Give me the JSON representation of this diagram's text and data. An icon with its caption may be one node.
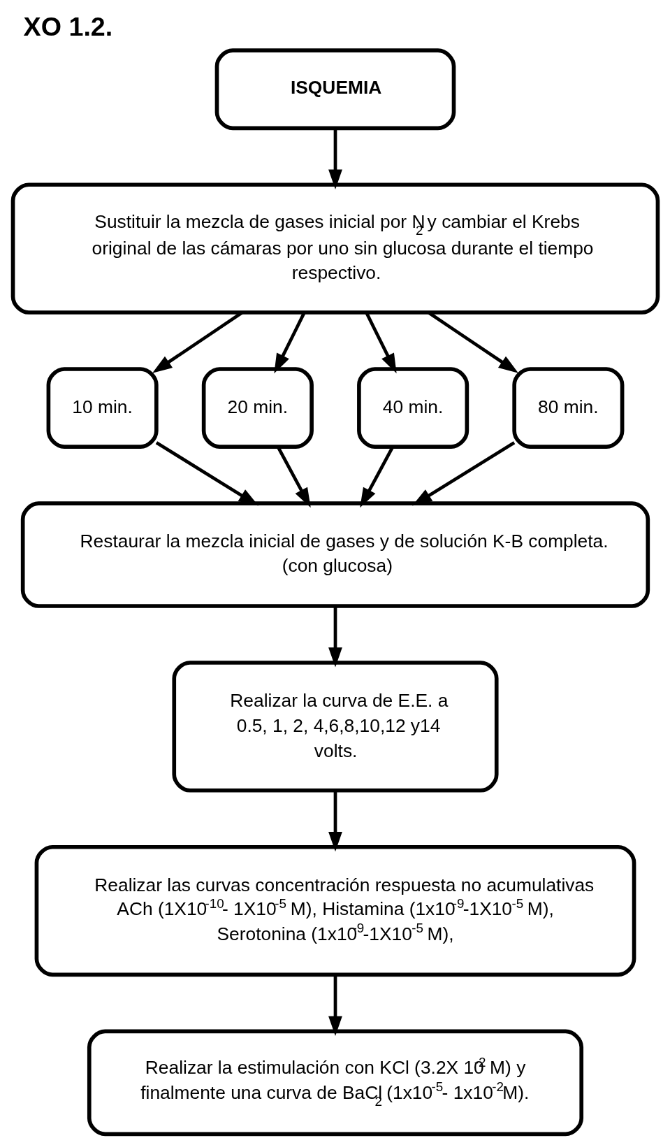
{
  "diagram": {
    "title": "XO 1.2.",
    "nodes": [
      {
        "text": [
          "ISQUEMIA"
        ]
      },
      {
        "text": [
          "Sustituir la mezcla de gases inicial por N$_{2}$ y cambiar el Krebs original de las cámaras por uno sin glucosa durante el tiempo respectivo."
        ]
      },
      {
        "text": [
          "10 min."
        ]
      },
      {
        "text": [
          "20 min."
        ]
      },
      {
        "text": [
          "40 min."
        ]
      },
      {
        "text": [
          "80 min."
        ]
      },
      {
        "text": [
          "Restaurar la mezcla inicial de gases y de solución K-B completa. (con glucosa)"
        ]
      },
      {
        "text": [
          "Realizar la curva de E.E. a 0.5, 1, 2, 4,6,8,10,12 y14 volts."
        ]
      },
      {
        "text": [
          "Realizar las curvas concentración respuesta no acumulativas ACh (1X10$^{-10}$- 1X10$^{-5}$ M), Histamina (1x10$^{-9}$-1X10$^{-5}$ M), Serotonina (1x10$^{-9}$-1X10$^{-5}$ M),"
        ]
      },
      {
        "text": [
          "Realizar la estimulación con KCl (3.2X 10$^{-2}$ M) y finalmente una curva de BaCl$_{2}$ (1x10$^{-5}$- 1x10$^{-2}$M)."
        ]
      }
    ],
    "edges": [
      {
        "from": 0,
        "to": 1,
        "arrow": "to"
      },
      {
        "from": 1,
        "to": 2,
        "arrow": "to"
      },
      {
        "from": 1,
        "to": 3,
        "arrow": "to"
      },
      {
        "from": 1,
        "to": 4,
        "arrow": "to"
      },
      {
        "from": 1,
        "to": 5,
        "arrow": "to"
      },
      {
        "from": 2,
        "to": 6,
        "arrow": "to"
      },
      {
        "from": 3,
        "to": 6,
        "arrow": "to"
      },
      {
        "from": 4,
        "to": 6,
        "arrow": "to"
      },
      {
        "from": 5,
        "to": 6,
        "arrow": "to"
      },
      {
        "from": 6,
        "to": 7,
        "arrow": "to"
      },
      {
        "from": 7,
        "to": 8,
        "arrow": "to"
      },
      {
        "from": 8,
        "to": 9,
        "arrow": "to"
      }
    ]
  }
}
